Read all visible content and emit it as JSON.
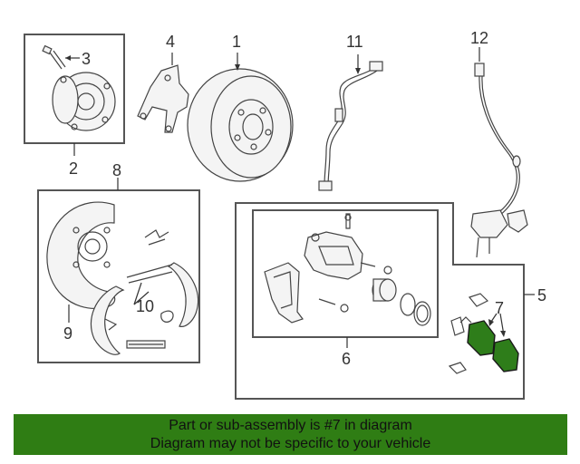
{
  "callouts": {
    "c1": "1",
    "c2": "2",
    "c3": "3",
    "c4": "4",
    "c5": "5",
    "c6": "6",
    "c7": "7",
    "c8": "8",
    "c9": "9",
    "c10": "10",
    "c11": "11",
    "c12": "12"
  },
  "highlight_color": "#2e7d1a",
  "banner": {
    "line1": "Part or sub-assembly is #7 in diagram",
    "line2": "Diagram may not be specific to your vehicle",
    "background": "#2f7d14"
  }
}
